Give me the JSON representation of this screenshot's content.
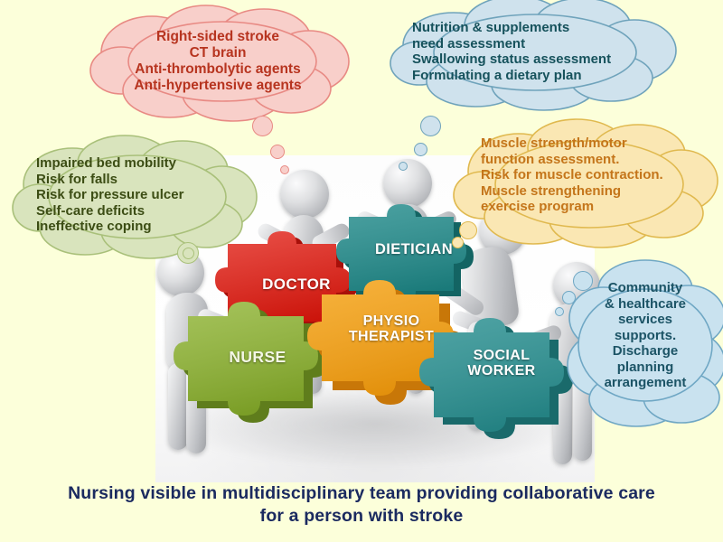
{
  "background_color": "#fcffda",
  "caption": {
    "line1": "Nursing visible in multidisciplinary  team providing collaborative  care",
    "line2": "for a person  with stroke",
    "color": "#1b2a60"
  },
  "photo": {
    "panel_color": "#ffffff"
  },
  "puzzle_pieces": [
    {
      "id": "doctor",
      "label": "DOCTOR",
      "color": "#e2170c",
      "shade": "#a8100a",
      "text_color": "#ffffff"
    },
    {
      "id": "dietician",
      "label": "DIETICIAN",
      "color": "#1f8a8a",
      "shade": "#136463",
      "text_color": "#ffffff"
    },
    {
      "id": "nurse",
      "label": "NURSE",
      "color": "#8cb22e",
      "shade": "#5f7d1c",
      "text_color": "#f4f7e6"
    },
    {
      "id": "physiotherapist",
      "label": "PHYSIO\nTHERAPIST",
      "color": "#f4a010",
      "shade": "#c87708",
      "text_color": "#ffffff"
    },
    {
      "id": "socialworker",
      "label": "SOCIAL\nWORKER",
      "color": "#2a9091",
      "shade": "#1a6a6b",
      "text_color": "#ffffff"
    }
  ],
  "clouds": [
    {
      "id": "doctor-cloud",
      "role": "doctor",
      "fill": "#f8cfca",
      "stroke": "#e88a84",
      "text_color": "#b7341f",
      "text": "Right-sided stroke\nCT brain\nAnti-thrombolytic agents\nAnti-hypertensive agents"
    },
    {
      "id": "dietician-cloud",
      "role": "dietician",
      "fill": "#cfe2ed",
      "stroke": "#6fa3bb",
      "text_color": "#16525c",
      "text": "Nutrition & supplements\nneed assessment\nSwallowing status assessment\nFormulating a dietary plan"
    },
    {
      "id": "nurse-cloud",
      "role": "nurse",
      "fill": "#d9e4bd",
      "stroke": "#a9c07a",
      "text_color": "#3c4d14",
      "text": "  Impaired bed mobility\n Risk for falls\nRisk for pressure ulcer\nSelf-care deficits\nIneffective coping"
    },
    {
      "id": "physio-cloud",
      "role": "physiotherapist",
      "fill": "#fae7b3",
      "stroke": "#e0b94f",
      "text_color": "#c4751a",
      "text": "Muscle strength/motor\nfunction assessment.\nRisk for muscle contraction.\nMuscle strengthening\nexercise program"
    },
    {
      "id": "socialworker-cloud",
      "role": "socialworker",
      "fill": "#c9e2ef",
      "stroke": "#6fa7c4",
      "text_color": "#1c5466",
      "text": "Community\n& healthcare\nservices\nsupports.\nDischarge\nplanning\narrangement"
    }
  ]
}
